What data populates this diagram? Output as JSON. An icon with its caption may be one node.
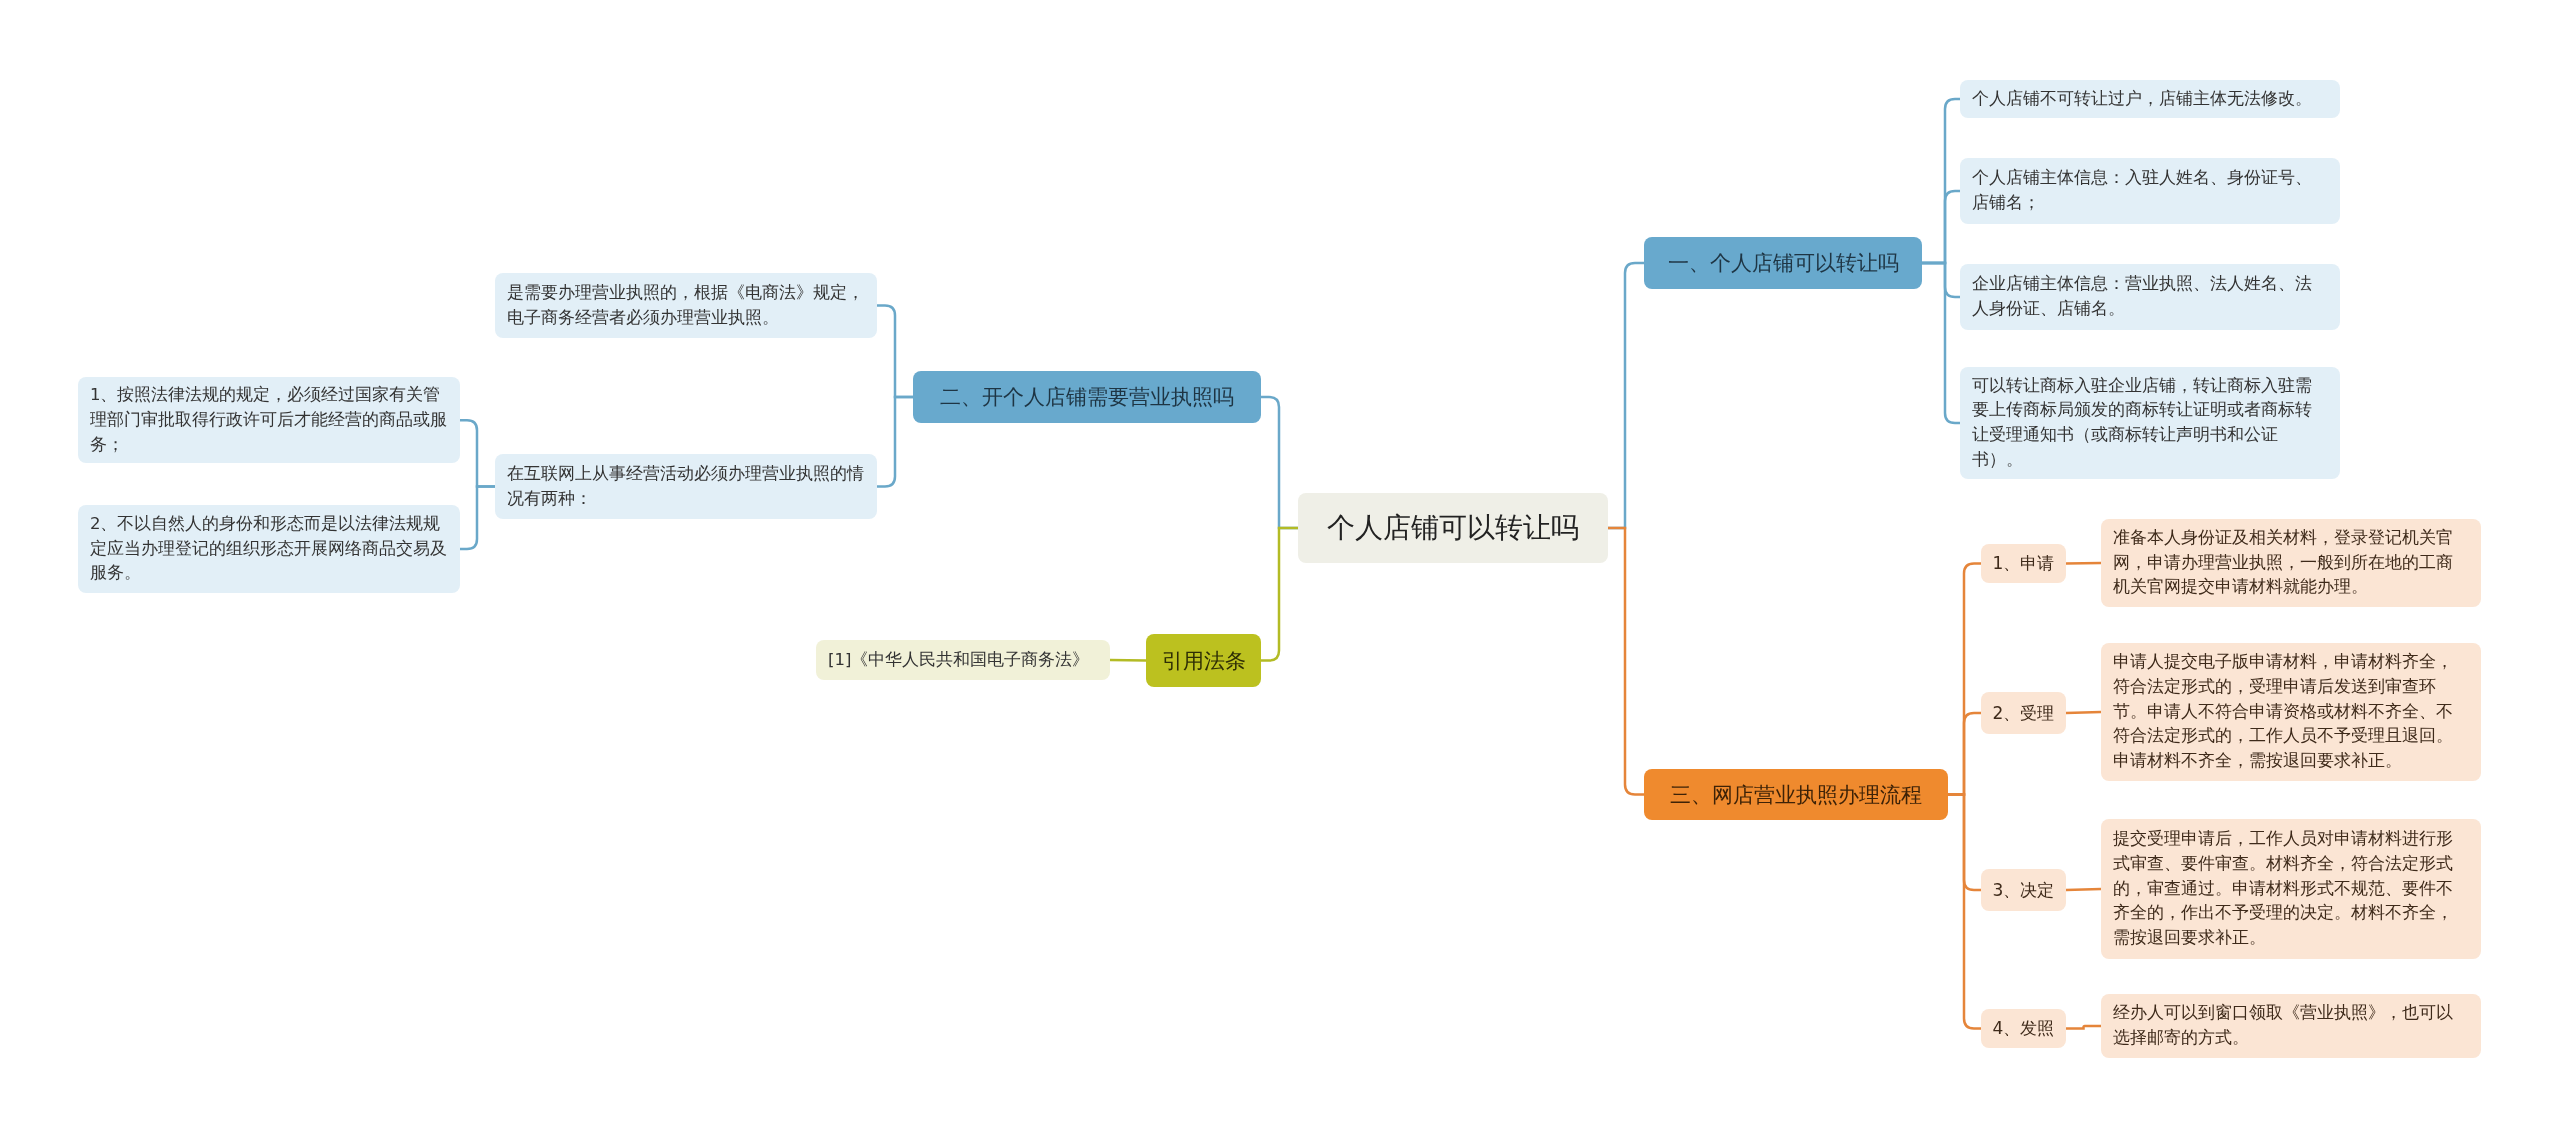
{
  "diagram": {
    "nodes": [
      {
        "text": [
          "个人店铺可以转让吗"
        ]
      },
      {
        "text": [
          "一、个人店铺可以转让吗"
        ]
      },
      {
        "text": [
          "个人店铺不可转让过户，店铺主体无法修改。"
        ]
      },
      {
        "text": [
          "个人店铺主体信息：入驻人姓名、身份证号、店铺名；"
        ]
      },
      {
        "text": [
          "企业店铺主体信息：营业执照、法人姓名、法人身份证、店铺名。"
        ]
      },
      {
        "text": [
          "可以转让商标入驻企业店铺，转让商标入驻需要上传商标局颁发的商标转让证明或者商标转让受理通知书（或商标转让声明书和公证书）。"
        ]
      },
      {
        "text": [
          "二、开个人店铺需要营业执照吗"
        ]
      },
      {
        "text": [
          "是需要办理营业执照的，根据《电商法》规定，电子商务经营者必须办理营业执照。"
        ]
      },
      {
        "text": [
          "在互联网上从事经营活动必须办理营业执照的情况有两种："
        ]
      },
      {
        "text": [
          "1、按照法律法规的规定，必须经过国家有关管理部门审批取得行政许可后才能经营的商品或服务；"
        ]
      },
      {
        "text": [
          "2、不以自然人的身份和形态而是以法律法规规定应当办理登记的组织形态开展网络商品交易及服务。"
        ]
      },
      {
        "text": [
          "引用法条"
        ]
      },
      {
        "text": [
          "[1]《中华人民共和国电子商务法》"
        ]
      },
      {
        "text": [
          "三、网店营业执照办理流程"
        ]
      },
      {
        "text": [
          "1、申请"
        ]
      },
      {
        "text": [
          "准备本人身份证及相关材料，登录登记机关官网，申请办理营业执照，一般到所在地的工商机关官网提交申请材料就能办理。"
        ]
      },
      {
        "text": [
          "2、受理"
        ]
      },
      {
        "text": [
          "申请人提交电子版申请材料，申请材料齐全，符合法定形式的，受理申请后发送到审查环节。申请人不符合申请资格或材料不齐全、不符合法定形式的，工作人员不予受理且退回。申请材料不齐全，需按退回要求补正。"
        ]
      },
      {
        "text": [
          "3、决定"
        ]
      },
      {
        "text": [
          "提交受理申请后，工作人员对申请材料进行形式审查、要件审查。材料齐全，符合法定形式的，审查通过。申请材料形式不规范、要件不齐全的，作出不予受理的决定。材料不齐全，需按退回要求补正。"
        ]
      },
      {
        "text": [
          "4、发照"
        ]
      },
      {
        "text": [
          "经办人可以到窗口领取《营业执照》，也可以选择邮寄的方式。"
        ]
      }
    ],
    "edges": [
      {
        "from": 0,
        "to": 1,
        "arrow": "none"
      },
      {
        "from": 1,
        "to": 2,
        "arrow": "none"
      },
      {
        "from": 1,
        "to": 3,
        "arrow": "none"
      },
      {
        "from": 1,
        "to": 4,
        "arrow": "none"
      },
      {
        "from": 1,
        "to": 5,
        "arrow": "none"
      },
      {
        "from": 0,
        "to": 6,
        "arrow": "none"
      },
      {
        "from": 6,
        "to": 7,
        "arrow": "none"
      },
      {
        "from": 6,
        "to": 8,
        "arrow": "none"
      },
      {
        "from": 8,
        "to": 9,
        "arrow": "none"
      },
      {
        "from": 8,
        "to": 10,
        "arrow": "none"
      },
      {
        "from": 0,
        "to": 11,
        "arrow": "none",
        "color": "#b3bb25"
      },
      {
        "from": 11,
        "to": 12,
        "arrow": "none",
        "color": "#b3bb25"
      },
      {
        "from": 0,
        "to": 13,
        "arrow": "none",
        "color": "#e5853a"
      },
      {
        "from": 13,
        "to": 14,
        "arrow": "none",
        "color": "#e5853a"
      },
      {
        "from": 14,
        "to": 15,
        "arrow": "none",
        "color": "#e5853a"
      },
      {
        "from": 13,
        "to": 16,
        "arrow": "none",
        "color": "#e5853a"
      },
      {
        "from": 16,
        "to": 17,
        "arrow": "none",
        "color": "#e5853a"
      },
      {
        "from": 13,
        "to": 18,
        "arrow": "none",
        "color": "#e5853a"
      },
      {
        "from": 18,
        "to": 19,
        "arrow": "none",
        "color": "#e5853a"
      },
      {
        "from": 13,
        "to": 20,
        "arrow": "none",
        "color": "#e5853a"
      },
      {
        "from": 20,
        "to": 21,
        "arrow": "none",
        "color": "#e5853a"
      }
    ]
  }
}
